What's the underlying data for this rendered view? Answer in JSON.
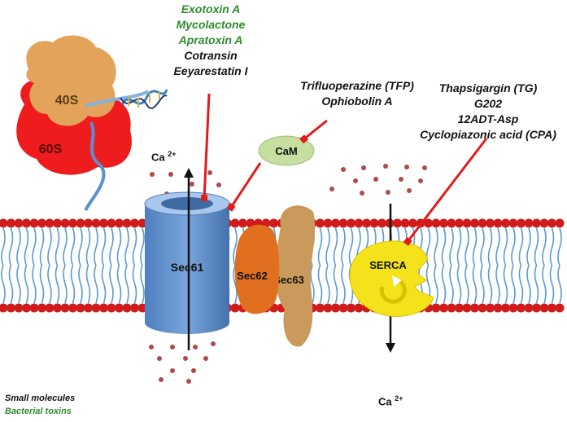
{
  "toxins_group": [
    "Exotoxin A",
    "Mycolactone",
    "Apratoxin A"
  ],
  "inhibitors_group": [
    "Cotransin",
    "Eeyarestatin I"
  ],
  "calmodulin_inhibitors": [
    "Trifluoperazine (TFP)",
    "Ophiobolin A"
  ],
  "serca_inhibitors": [
    "Thapsigargin (TG)",
    "G202",
    "12ADT-Asp",
    "Cyclopiazonic acid (CPA)"
  ],
  "ribosome": {
    "small_subunit": "40S",
    "large_subunit": "60S"
  },
  "proteins": {
    "sec61": "Sec61",
    "sec62": "Sec62",
    "sec63": "Sec63",
    "cam": "CaM",
    "serca": "SERCA"
  },
  "calcium": {
    "symbol": "Ca",
    "charge": "2+"
  },
  "legend": {
    "small_molecules": "Small molecules",
    "bacterial_toxins": "Bacterial toxins"
  },
  "colors": {
    "toxin_text": "#2e8b2e",
    "inhibitor_arrow": "#e31b1b",
    "membrane_head": "#d11a1a",
    "membrane_tail": "#5b9bd5",
    "sec61": "#6f9bd1",
    "sec62": "#e07020",
    "sec63": "#c99a5b",
    "cam": "#c6dea0",
    "serca": "#f4e31a",
    "ribosome_40s": "#e3a35a",
    "ribosome_60s": "#ee1c1c"
  }
}
